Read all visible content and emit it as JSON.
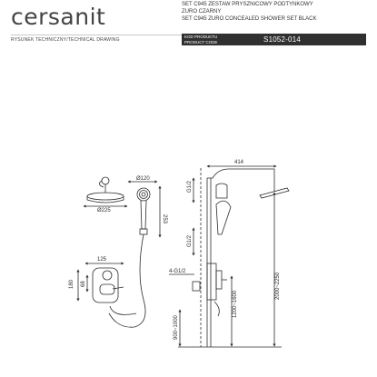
{
  "header": {
    "brand": "cersanit",
    "subtitle": "RYSUNEK TECHNICZNY/TECHNICAL DRAWING",
    "product_lines": [
      "SET C945 ZESTAW PRYSZNICOWY PODTYNKOWY",
      "ZURO CZARNY",
      "SET C945 ZURO CONCEALED SHOWER SET BLACK"
    ],
    "code_label_1": "KOD PRODUKTU",
    "code_label_2": "PRODUCT CODE",
    "code_value": "S1052-014"
  },
  "dimensions": {
    "head_diameter": "Ø225",
    "hand_diameter": "Ø120",
    "hand_height": "253",
    "mixer_width": "125",
    "mixer_height": "180",
    "mixer_depth": "68",
    "arm_length": "414",
    "thread_top": "G1/2",
    "thread_mid": "G1/2",
    "thread_inlet": "4-G1/2",
    "height_head": "2000~2250",
    "height_mixer": "1200~1600",
    "height_outlet": "900~1000"
  }
}
